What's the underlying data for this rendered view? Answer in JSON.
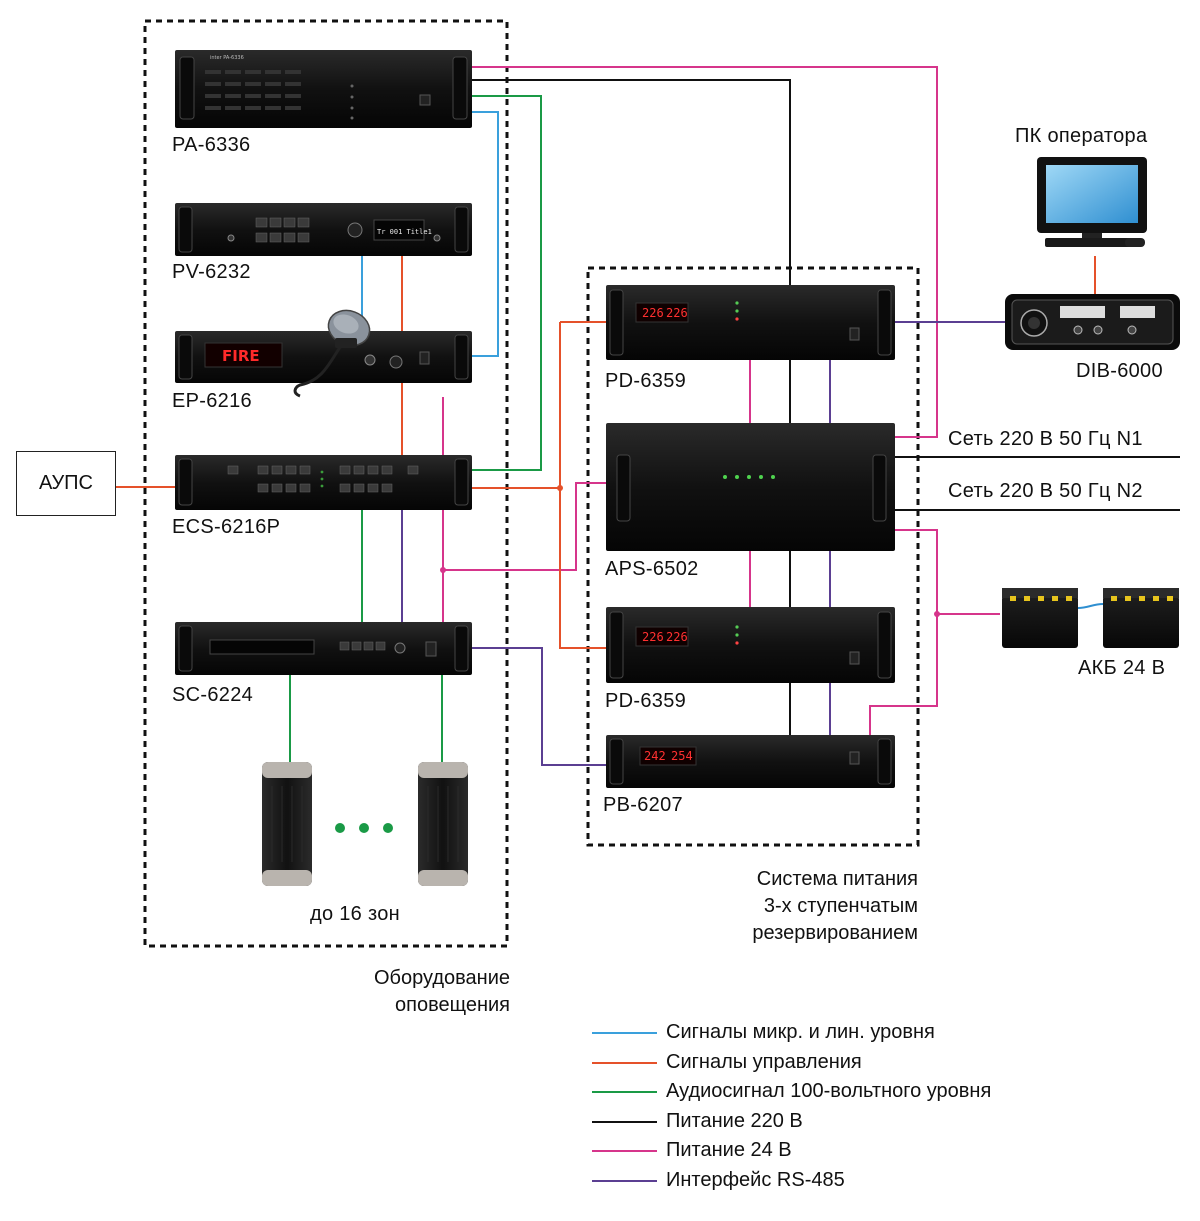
{
  "groups": {
    "announcement_caption": [
      "Оборудование",
      "оповещения"
    ],
    "power_caption": [
      "Система питания",
      "3-х ступенчатым",
      "резервированием"
    ]
  },
  "devices": {
    "pa6336": {
      "label": "PA-6336"
    },
    "pv6232": {
      "label": "PV-6232",
      "display": "Tr 001 Title1"
    },
    "ep6216": {
      "label": "EP-6216",
      "display": "FIRE"
    },
    "ecs6216p": {
      "label": "ECS-6216P"
    },
    "sc6224": {
      "label": "SC-6224"
    },
    "pd6359_top": {
      "label": "PD-6359",
      "display": [
        "226",
        "226"
      ]
    },
    "aps6502": {
      "label": "APS-6502"
    },
    "pd6359_bottom": {
      "label": "PD-6359",
      "display": [
        "226",
        "226"
      ]
    },
    "pb6207": {
      "label": "PB-6207",
      "display": [
        "242",
        "254"
      ]
    },
    "dib6000": {
      "label": "DIB-6000"
    },
    "operator_pc": {
      "label": "ПК оператора"
    },
    "battery": {
      "label": "АКБ 24 В"
    },
    "ups_box": {
      "label": "АУПС"
    }
  },
  "speakers": {
    "caption": "до 16 зон"
  },
  "mains": {
    "n1": "Сеть 220 В 50 Гц N1",
    "n2": "Сеть 220 В 50 Гц N2"
  },
  "legend": [
    {
      "text": "Сигналы микр. и лин. уровня",
      "color": "#3aa0dc"
    },
    {
      "text": "Сигналы управления",
      "color": "#e5512a"
    },
    {
      "text": "Аудиосигнал 100-вольтного уровня",
      "color": "#1a9a46"
    },
    {
      "text": "Питание 220 В",
      "color": "#111111"
    },
    {
      "text": "Питание 24 В",
      "color": "#d6358b"
    },
    {
      "text": "Интерфейс RS-485",
      "color": "#5b3f92"
    }
  ]
}
